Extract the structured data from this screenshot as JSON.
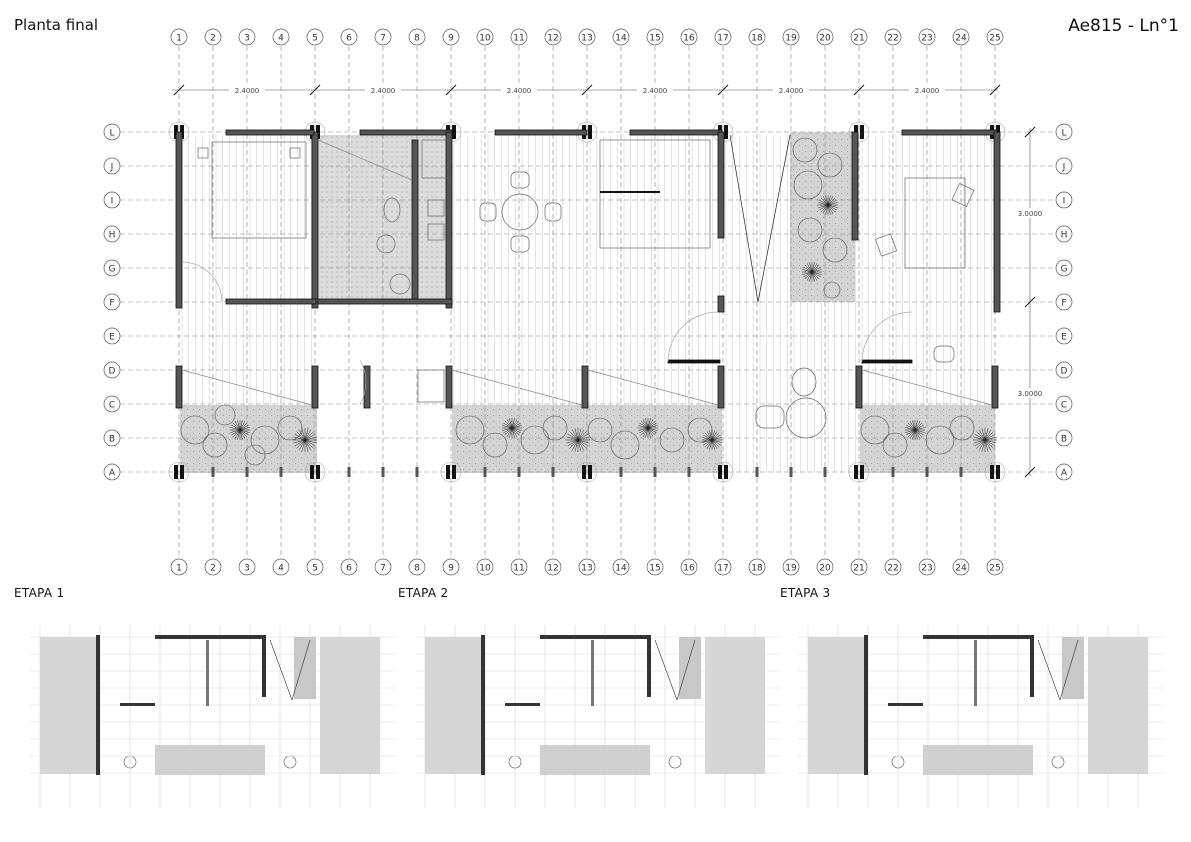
{
  "page": {
    "title": "Planta final",
    "sheet_code": "Ae815 - Ln°1"
  },
  "grid": {
    "columns": [
      "1",
      "2",
      "3",
      "4",
      "5",
      "6",
      "7",
      "8",
      "9",
      "10",
      "11",
      "12",
      "13",
      "14",
      "15",
      "16",
      "17",
      "18",
      "19",
      "20",
      "21",
      "22",
      "23",
      "24",
      "25"
    ],
    "rows": [
      "L",
      "J",
      "I",
      "H",
      "G",
      "F",
      "E",
      "D",
      "C",
      "B",
      "A"
    ]
  },
  "dimensions": {
    "horizontal": [
      "2.4000",
      "2.4000",
      "2.4000",
      "2.4000",
      "2.4000",
      "2.4000"
    ],
    "vertical": [
      "3.0000",
      "3.0000"
    ]
  },
  "stages": [
    {
      "label": "ETAPA 1"
    },
    {
      "label": "ETAPA 2"
    },
    {
      "label": "ETAPA 3"
    }
  ]
}
